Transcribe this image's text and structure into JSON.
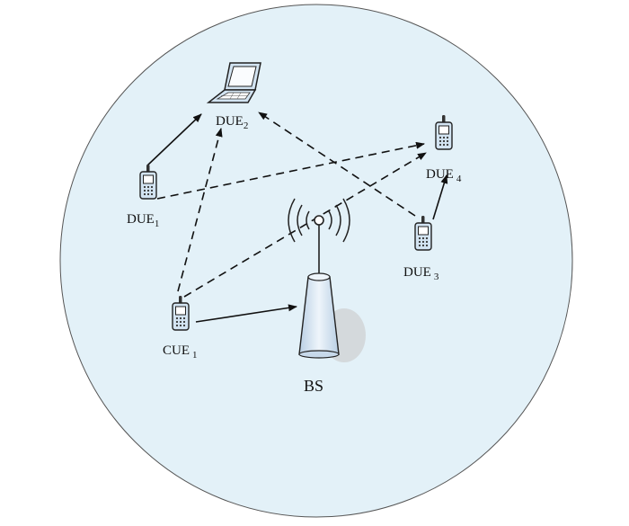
{
  "diagram": {
    "colors": {
      "cell": "#e3f1f8",
      "cell_stroke": "#555555",
      "device": "#c8dff0",
      "tower": "#dbe8f4",
      "link": "#111111"
    },
    "nodes": {
      "due1": {
        "base": "DUE",
        "sub": "1"
      },
      "due2": {
        "base": "DUE",
        "sub": "2"
      },
      "due3": {
        "base": "DUE",
        "sub": "3"
      },
      "due4": {
        "base": "DUE",
        "sub": "4"
      },
      "cue1": {
        "base": "CUE",
        "sub": "1"
      },
      "bs": {
        "label": "BS"
      }
    },
    "icons": {
      "due1": "mobile-phone-icon",
      "due2": "laptop-icon",
      "due3": "mobile-phone-icon",
      "due4": "mobile-phone-icon",
      "cue1": "mobile-phone-icon",
      "bs": "base-station-tower-icon"
    },
    "links": [
      {
        "from": "due1",
        "to": "due2",
        "style": "solid"
      },
      {
        "from": "due3",
        "to": "due4",
        "style": "solid"
      },
      {
        "from": "cue1",
        "to": "bs",
        "style": "solid"
      },
      {
        "from": "due1",
        "to": "due4",
        "style": "dashed"
      },
      {
        "from": "due3",
        "to": "due2",
        "style": "dashed"
      },
      {
        "from": "cue1",
        "to": "due2",
        "style": "dashed"
      },
      {
        "from": "cue1",
        "to": "due4",
        "style": "dashed"
      }
    ]
  }
}
